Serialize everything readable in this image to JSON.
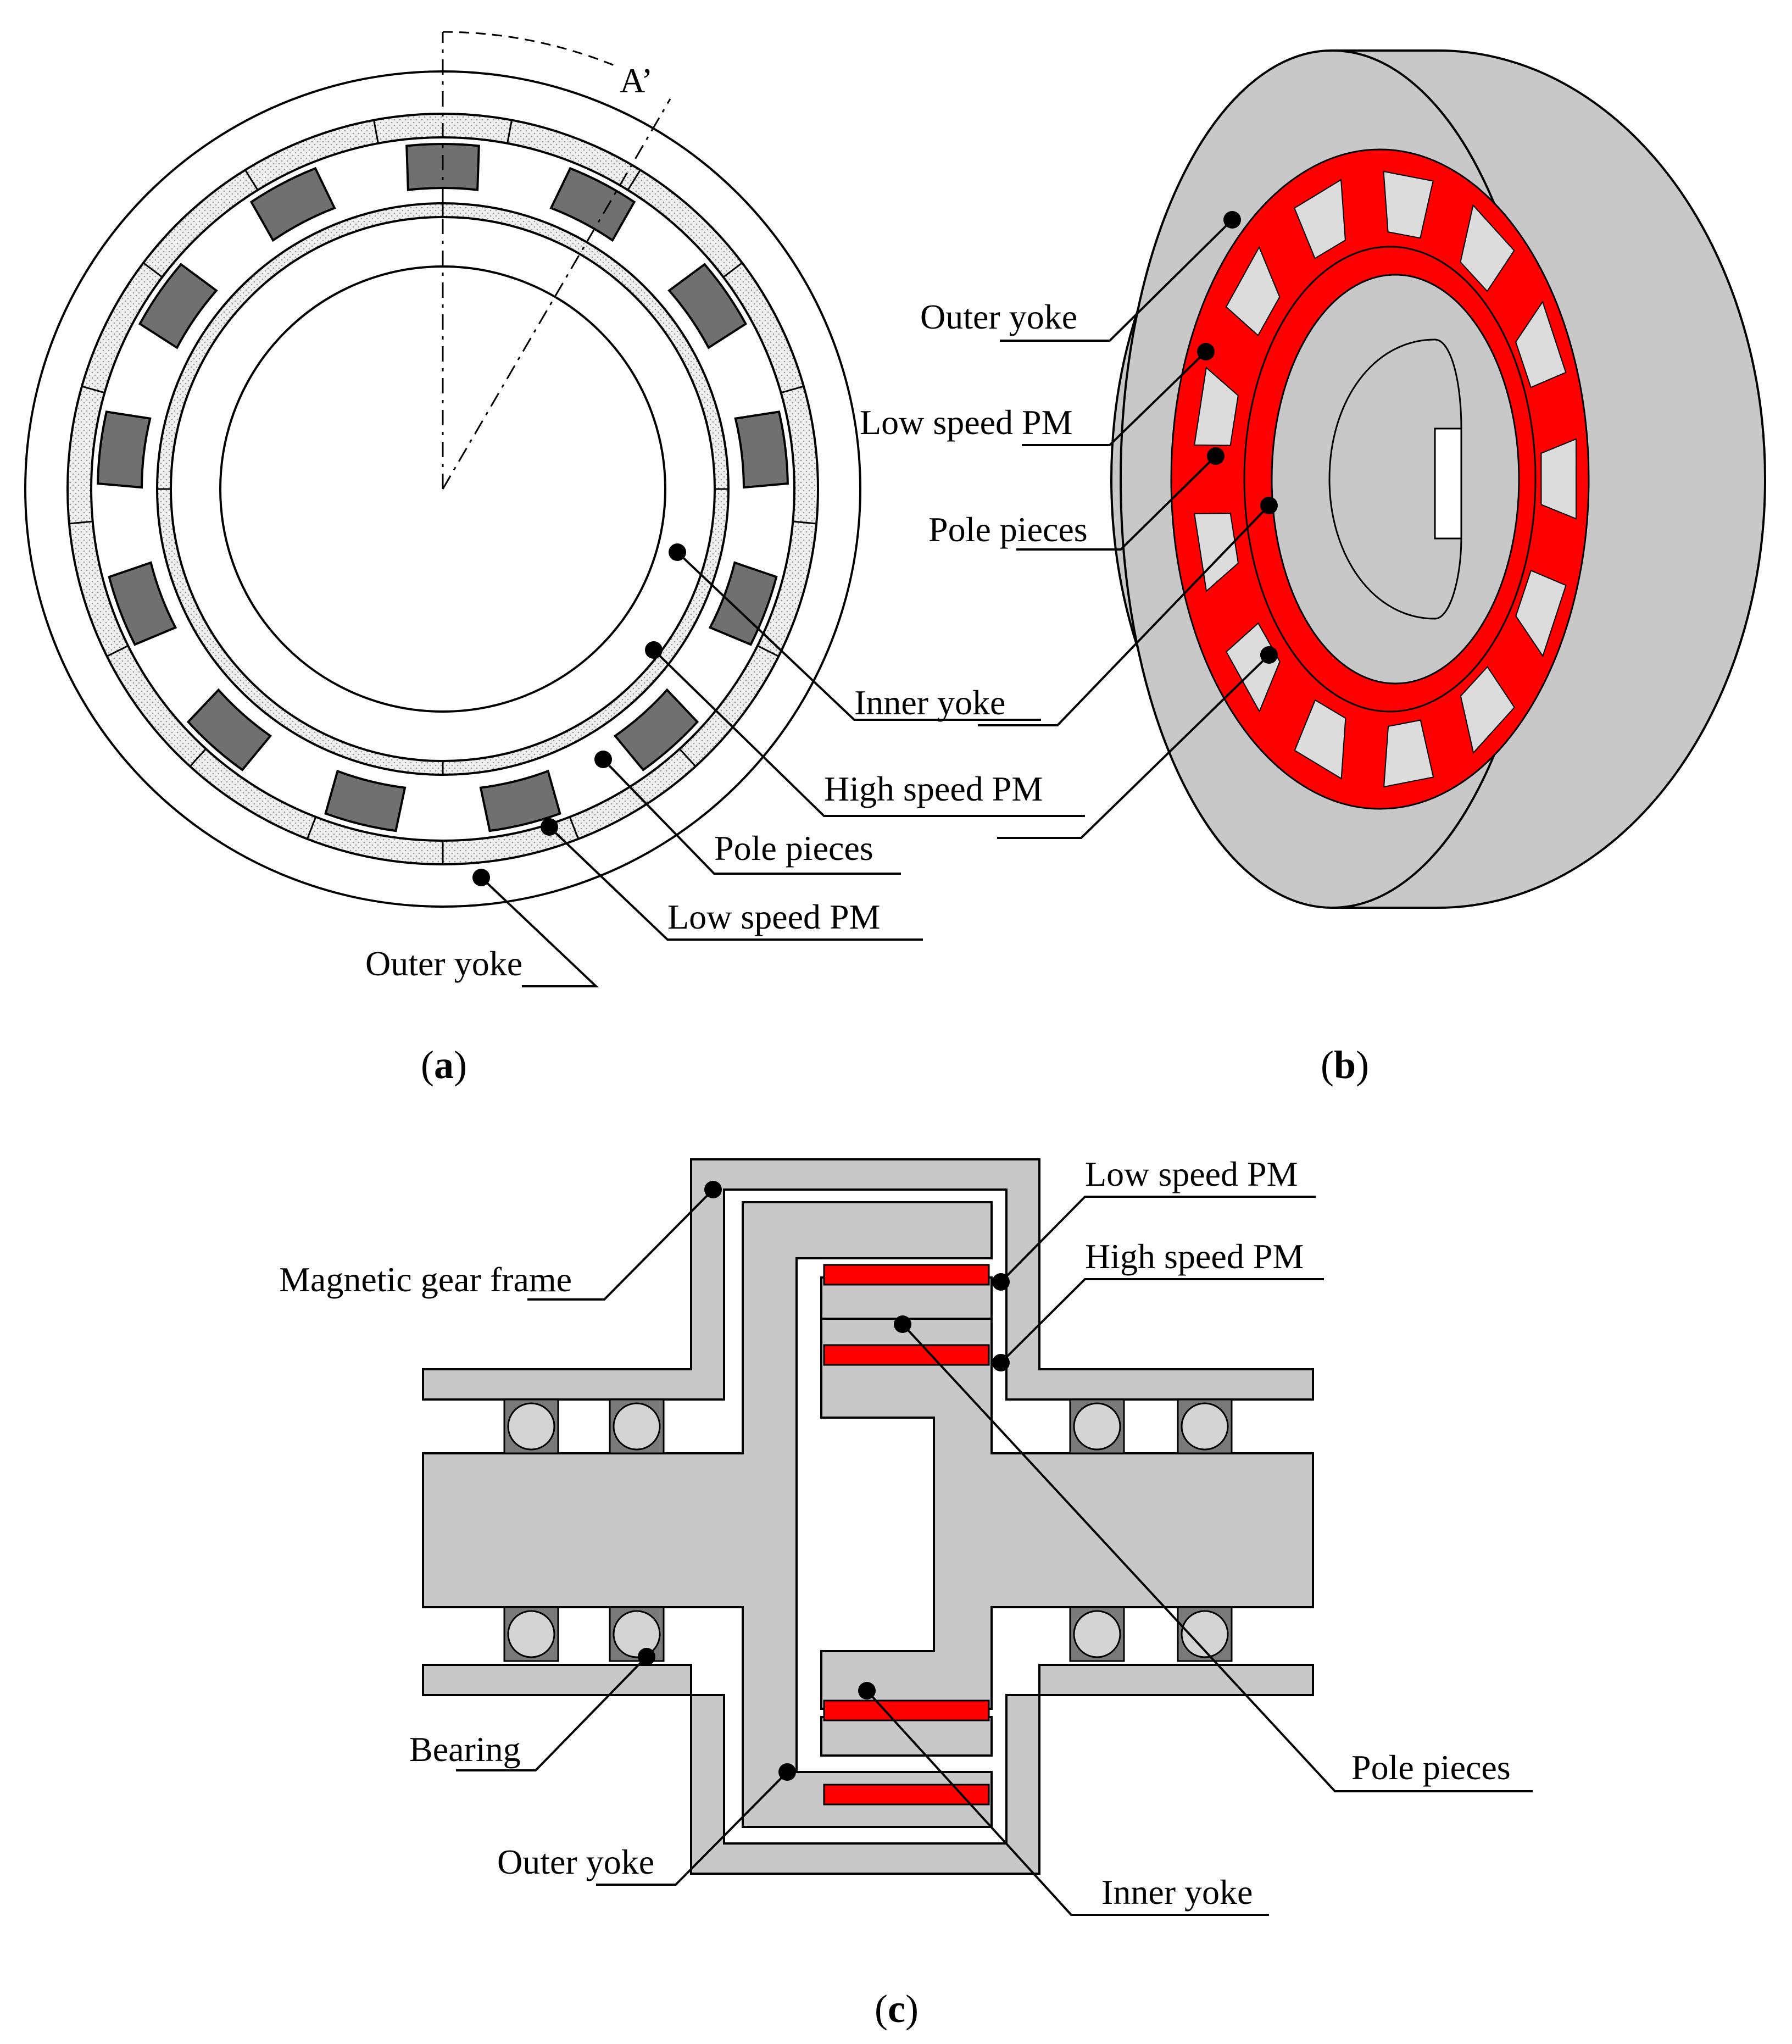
{
  "figure_a": {
    "angle_label": "A’",
    "labels": {
      "inner_yoke": "Inner yoke",
      "high_speed_pm": "High speed PM",
      "pole_pieces": "Pole pieces",
      "low_speed_pm": "Low speed PM",
      "outer_yoke": "Outer yoke"
    },
    "caption": {
      "open": "(",
      "letter": "a",
      "close": ")"
    }
  },
  "figure_b": {
    "labels": {
      "outer_yoke": "Outer yoke",
      "low_speed_pm": "Low speed PM",
      "pole_pieces": "Pole pieces"
    },
    "caption": {
      "open": "(",
      "letter": "b",
      "close": ")"
    }
  },
  "figure_c": {
    "labels": {
      "magnetic_gear_frame": "Magnetic gear frame",
      "low_speed_pm": "Low speed PM",
      "high_speed_pm": "High speed PM",
      "bearing": "Bearing",
      "pole_pieces": "Pole pieces",
      "outer_yoke": "Outer yoke",
      "inner_yoke": "Inner yoke"
    },
    "caption": {
      "open": "(",
      "letter": "c",
      "close": ")"
    }
  },
  "colors": {
    "magnet_red": "#ff0000",
    "body_gray": "#c8c8c8",
    "pole_dark": "#707070",
    "stipple": "#e6e6e6"
  }
}
